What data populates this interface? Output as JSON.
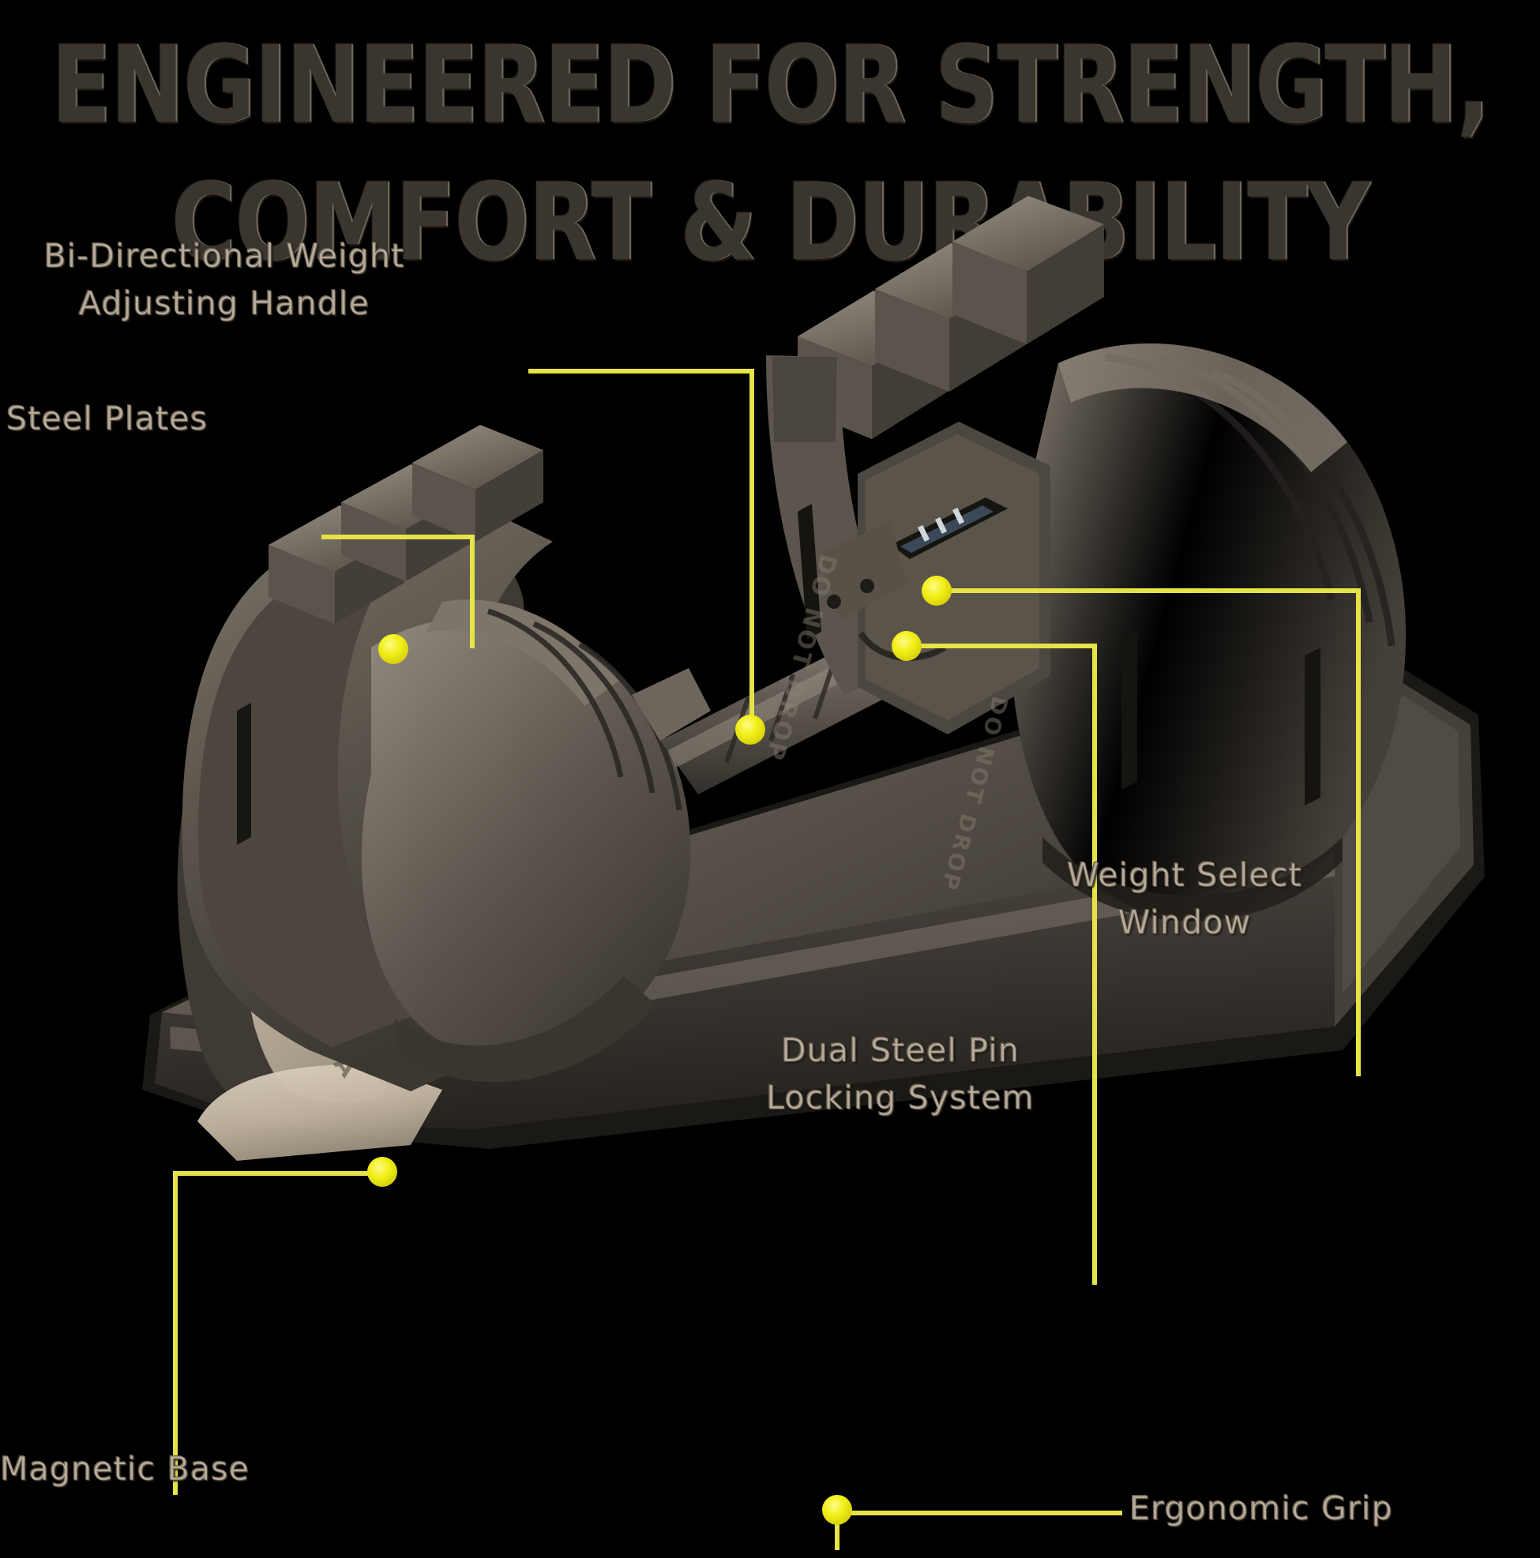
{
  "page": {
    "background_color": "#000000",
    "accent_color": "#e8e617",
    "label_color": "#b6aa99",
    "title_color": "#3a352e"
  },
  "title": {
    "line1": "ENGINEERED FOR STRENGTH,",
    "line2": "COMFORT & DURABILITY"
  },
  "callouts": [
    {
      "id": "handle",
      "label": "Bi-Directional Weight\nAdjusting Handle"
    },
    {
      "id": "plates",
      "label": "Steel Plates"
    },
    {
      "id": "window",
      "label": "Weight Select\nWindow"
    },
    {
      "id": "pin",
      "label": "Dual Steel Pin\nLocking System"
    },
    {
      "id": "magnetic",
      "label": "Magnetic Base"
    },
    {
      "id": "grip",
      "label": "Ergonomic Grip"
    }
  ],
  "product": {
    "name": "adjustable-dumbbell-on-base",
    "warning_text": "DO NOT DROP",
    "brand_text": "PENTA",
    "colors": {
      "plate_dark": "#55504a",
      "plate_mid": "#6b645c",
      "plate_light": "#8b8279",
      "plate_shadow": "#3a3630",
      "cradle_cream": "#cdc0ae",
      "base_dark": "#4a4540",
      "handle_grip": "#5e574f"
    }
  }
}
